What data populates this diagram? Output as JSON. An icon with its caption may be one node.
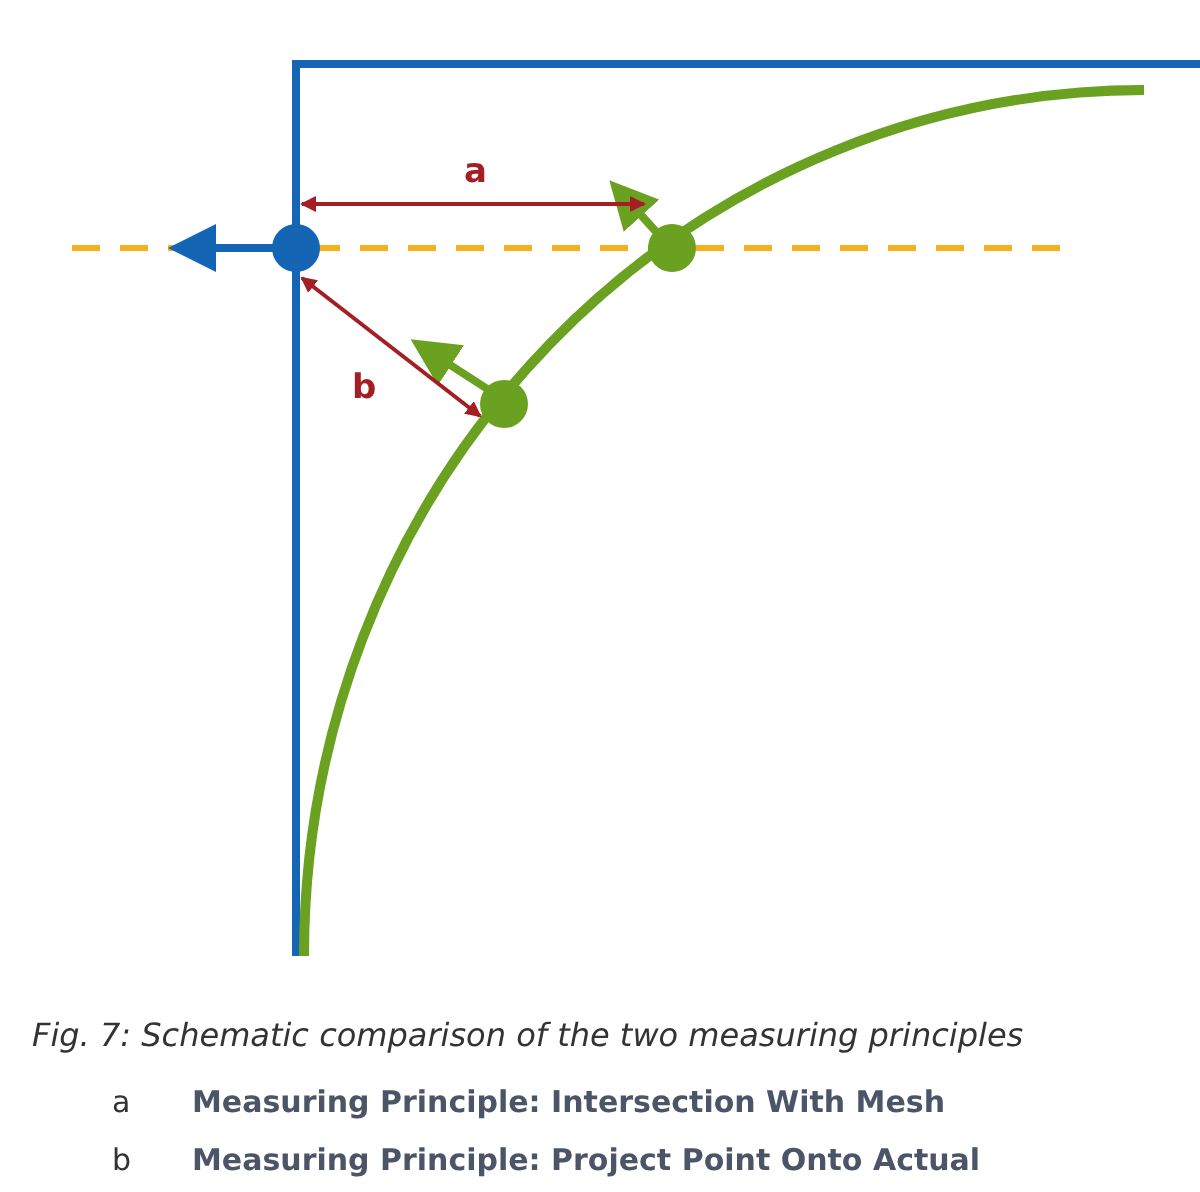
{
  "diagram": {
    "caption": "Fig. 7: Schematic comparison of the two measuring principles",
    "labels": [
      "a",
      "b",
      "a",
      "Measuring Principle: Intersection With Mesh",
      "b",
      "Measuring Principle: Project Point Onto Actual"
    ]
  }
}
